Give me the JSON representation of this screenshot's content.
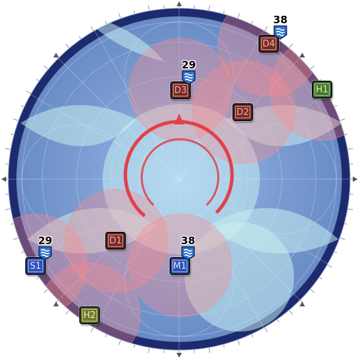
{
  "colors": {
    "background_outer": "#1c2a6e",
    "background_inner": "#7fa4d8",
    "light_zone": "#c8eef0",
    "threat_zone": "#ff8a8a",
    "ring_red": "#e2404a",
    "defense_marker": "#7a2a24",
    "home_marker": "#3f7a2e",
    "spawn_marker": "#2d52b8"
  },
  "markers": [
    {
      "id": "D4",
      "label": "D4",
      "kind": "defense"
    },
    {
      "id": "D3",
      "label": "D3",
      "kind": "defense"
    },
    {
      "id": "D2",
      "label": "D2",
      "kind": "defense"
    },
    {
      "id": "D1",
      "label": "D1",
      "kind": "defense"
    },
    {
      "id": "H1",
      "label": "H1",
      "kind": "home"
    },
    {
      "id": "H2",
      "label": "H2",
      "kind": "home"
    },
    {
      "id": "S1",
      "label": "S1",
      "kind": "spawn"
    },
    {
      "id": "M1",
      "label": "M1",
      "kind": "spawn"
    }
  ],
  "counters": [
    {
      "value": "38",
      "icon": "water-waves-icon",
      "at": "D4"
    },
    {
      "value": "29",
      "icon": "water-waves-icon",
      "at": "D3"
    },
    {
      "value": "29",
      "icon": "water-waves-icon",
      "at": "S1"
    },
    {
      "value": "38",
      "icon": "water-waves-icon",
      "at": "M1"
    }
  ]
}
